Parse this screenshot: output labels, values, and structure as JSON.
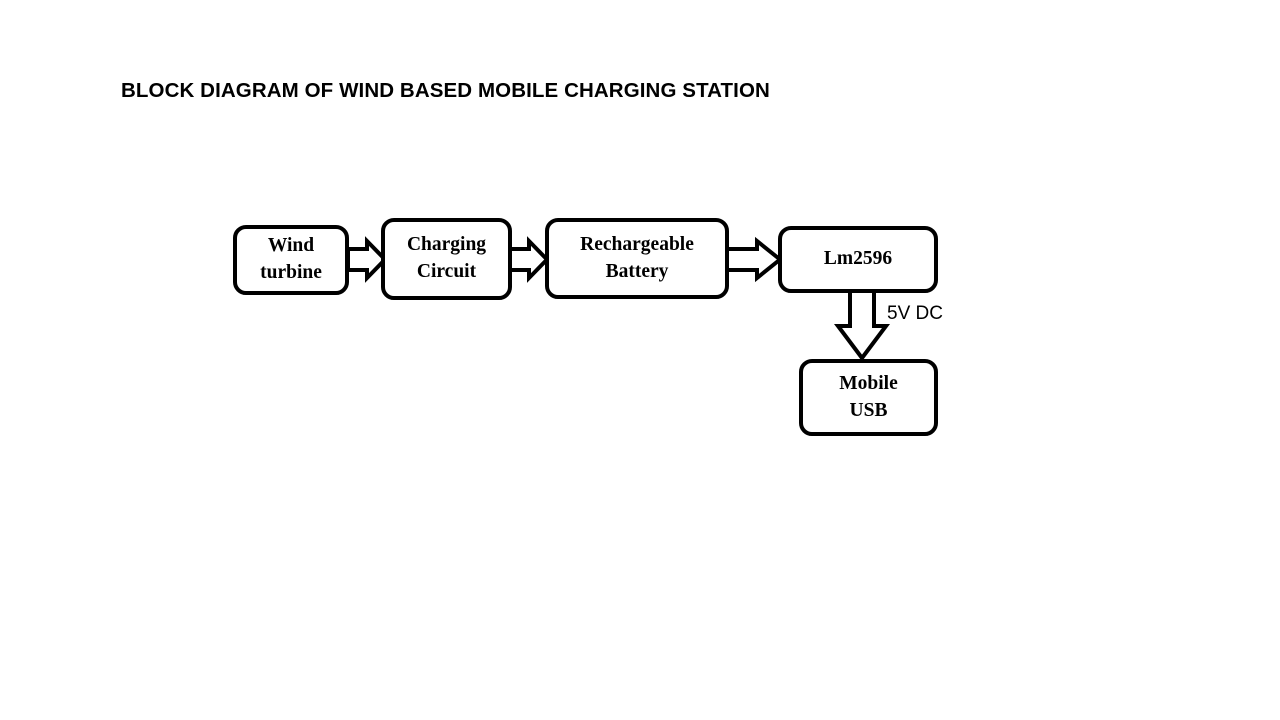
{
  "page": {
    "title": "BLOCK DIAGRAM OF WIND BASED MOBILE CHARGING STATION",
    "background_color": "#ffffff",
    "stroke_color": "#000000"
  },
  "diagram": {
    "type": "block-diagram",
    "blocks": [
      {
        "id": "wind",
        "label": "Wind\nturbine"
      },
      {
        "id": "charging",
        "label": "Charging\nCircuit"
      },
      {
        "id": "battery",
        "label": "Rechargeable\nBattery"
      },
      {
        "id": "lm2596",
        "label": "Lm2596"
      },
      {
        "id": "usb",
        "label": "Mobile\nUSB"
      }
    ],
    "connections": [
      {
        "id": "a1",
        "from": "wind",
        "to": "charging",
        "direction": "right",
        "label": ""
      },
      {
        "id": "a2",
        "from": "charging",
        "to": "battery",
        "direction": "right",
        "label": ""
      },
      {
        "id": "a3",
        "from": "battery",
        "to": "lm2596",
        "direction": "right",
        "label": ""
      },
      {
        "id": "a4",
        "from": "lm2596",
        "to": "usb",
        "direction": "down",
        "label": "5V DC"
      }
    ],
    "annotations": [
      {
        "id": "v5dc",
        "text": "5V DC"
      }
    ]
  }
}
